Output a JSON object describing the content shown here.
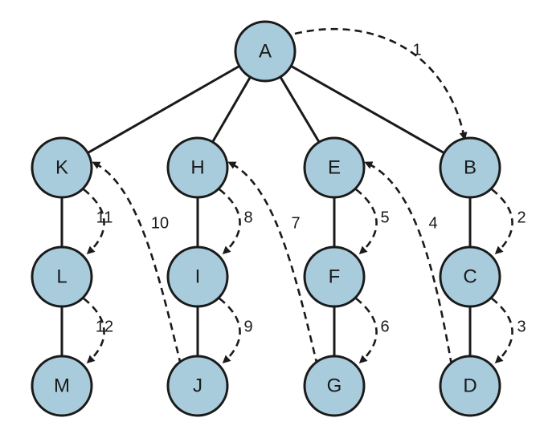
{
  "nodes": [
    {
      "id": "A",
      "label": "A"
    },
    {
      "id": "K",
      "label": "K"
    },
    {
      "id": "H",
      "label": "H"
    },
    {
      "id": "E",
      "label": "E"
    },
    {
      "id": "B",
      "label": "B"
    },
    {
      "id": "L",
      "label": "L"
    },
    {
      "id": "I",
      "label": "I"
    },
    {
      "id": "F",
      "label": "F"
    },
    {
      "id": "C",
      "label": "C"
    },
    {
      "id": "M",
      "label": "M"
    },
    {
      "id": "J",
      "label": "J"
    },
    {
      "id": "G",
      "label": "G"
    },
    {
      "id": "D",
      "label": "D"
    }
  ],
  "edges": [
    {
      "from": "A",
      "to": "K"
    },
    {
      "from": "A",
      "to": "H"
    },
    {
      "from": "A",
      "to": "E"
    },
    {
      "from": "A",
      "to": "B"
    },
    {
      "from": "K",
      "to": "L"
    },
    {
      "from": "L",
      "to": "M"
    },
    {
      "from": "H",
      "to": "I"
    },
    {
      "from": "I",
      "to": "J"
    },
    {
      "from": "E",
      "to": "F"
    },
    {
      "from": "F",
      "to": "G"
    },
    {
      "from": "B",
      "to": "C"
    },
    {
      "from": "C",
      "to": "D"
    }
  ],
  "traversal_steps": [
    {
      "label": "1",
      "from": "A",
      "to": "B"
    },
    {
      "label": "2",
      "from": "B",
      "to": "C"
    },
    {
      "label": "3",
      "from": "C",
      "to": "D"
    },
    {
      "label": "4",
      "from": "D",
      "to": "E"
    },
    {
      "label": "5",
      "from": "E",
      "to": "F"
    },
    {
      "label": "6",
      "from": "F",
      "to": "G"
    },
    {
      "label": "7",
      "from": "G",
      "to": "H"
    },
    {
      "label": "8",
      "from": "H",
      "to": "I"
    },
    {
      "label": "9",
      "from": "I",
      "to": "J"
    },
    {
      "label": "10",
      "from": "J",
      "to": "K"
    },
    {
      "label": "11",
      "from": "K",
      "to": "L"
    },
    {
      "label": "12",
      "from": "L",
      "to": "M"
    }
  ],
  "colors": {
    "node_fill": "#a9ccdd",
    "stroke": "#1a1a1a",
    "background": "#ffffff"
  }
}
